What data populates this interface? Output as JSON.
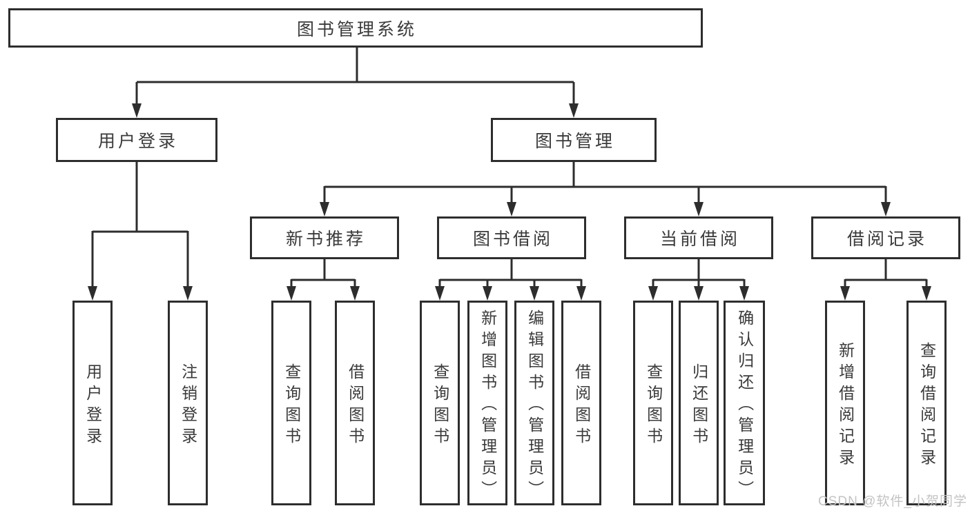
{
  "diagram": {
    "title": "图书管理系统",
    "branches": [
      {
        "label": "用户登录",
        "children": [
          "用户登录",
          "注销登录"
        ]
      },
      {
        "label": "图书管理",
        "children": [
          {
            "label": "新书推荐",
            "children": [
              "查询图书",
              "借阅图书"
            ]
          },
          {
            "label": "图书借阅",
            "children": [
              "查询图书",
              "新增图书（管理员）",
              "编辑图书（管理员）",
              "借阅图书"
            ]
          },
          {
            "label": "当前借阅",
            "children": [
              "查询图书",
              "归还图书",
              "确认归还（管理员）"
            ]
          },
          {
            "label": "借阅记录",
            "children": [
              "新增借阅记录",
              "查询借阅记录"
            ]
          }
        ]
      }
    ]
  },
  "watermark": {
    "text": "CSDN @软件_小贺同学"
  },
  "colors": {
    "line": "#2d2d2d",
    "text": "#3a3a3a",
    "background": "#ffffff",
    "watermark": "#c3c3c3"
  }
}
